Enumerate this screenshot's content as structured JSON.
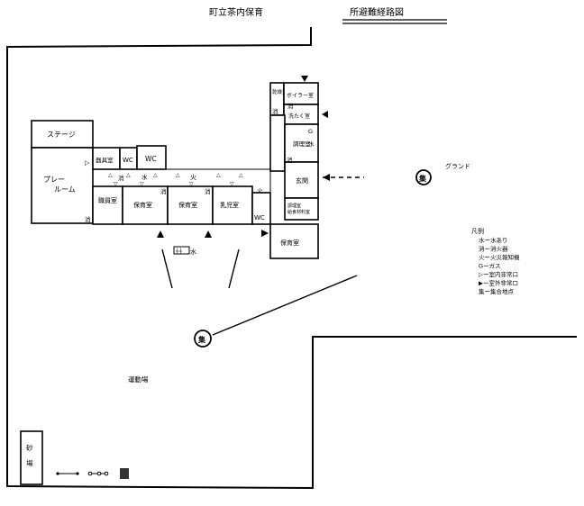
{
  "header": {
    "title": "町立茶内保育",
    "doc_title": "所避難経路図"
  },
  "rooms": {
    "stage": "ステージ",
    "playroom": "プレー\nルーム",
    "storage_small": "器具室",
    "wc1": "WC",
    "wc2": "WC",
    "wc3": "WC",
    "staff_room": "職員室",
    "nursery1": "保育室",
    "nursery2": "保育室",
    "infant_room": "乳児室",
    "dry_room": "乾燥室",
    "boiler_room": "ボイラー室",
    "laundry": "洗たく室",
    "kitchen": "調理室",
    "entrance": "玄関",
    "storage_room": "調理室\n給食材料室",
    "nursery3": "保育室"
  },
  "labels": {
    "ground": "グランド",
    "playground": "運動場",
    "sandbox": "砂場",
    "water_mark": "水",
    "fire_mark": "火",
    "shou1": "消",
    "shou2": "消",
    "shou3": "消",
    "shou4": "消",
    "shou5": "消",
    "shou6": "消",
    "shou7": "消",
    "water_g": "G",
    "kitchen_w": "水",
    "hydrant_w": "水",
    "assembly": "集"
  },
  "legend": {
    "title": "凡例",
    "items": [
      "水ー水あり",
      "消ー消火器",
      "火ー火災報知機",
      "Gーガス",
      "▷ー室内非常口",
      "▶ー室外非常口",
      "集ー集合地点"
    ]
  }
}
